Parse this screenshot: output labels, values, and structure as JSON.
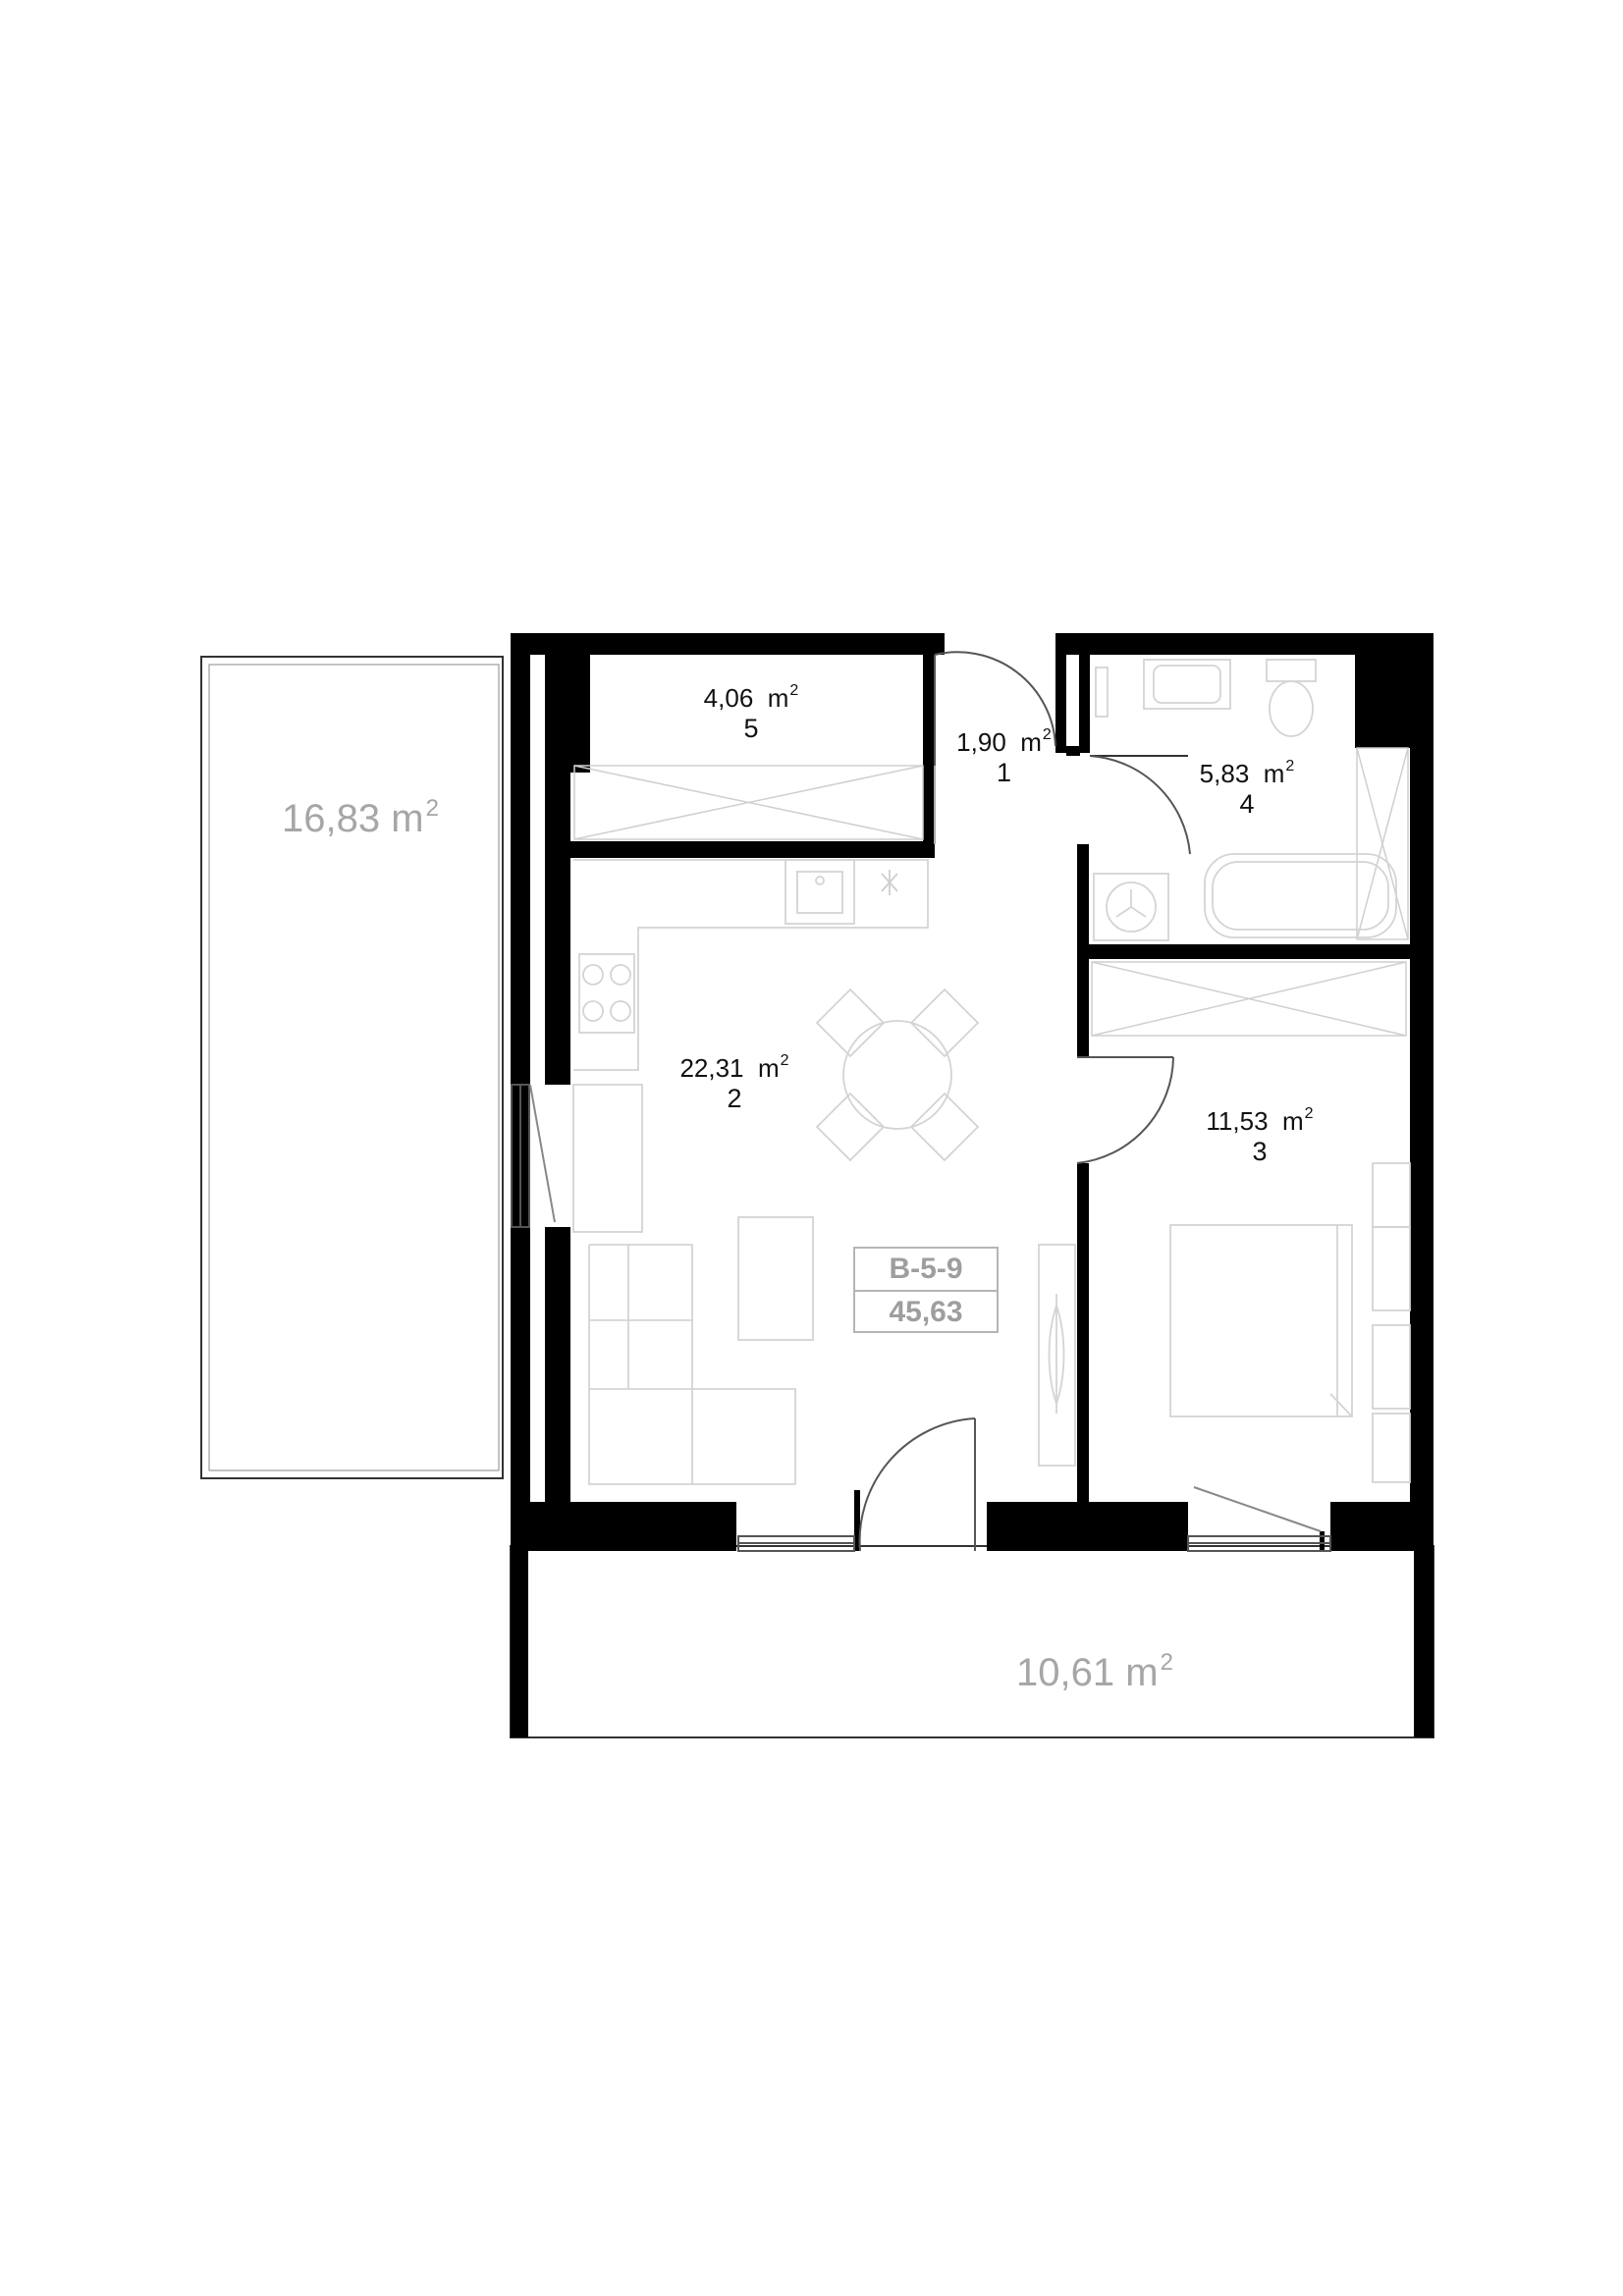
{
  "unit": {
    "code": "B-5-9",
    "total_area": "45,63"
  },
  "area_unit": "m",
  "area_unit_power": "2",
  "rooms": [
    {
      "number": "1",
      "area": "1,90"
    },
    {
      "number": "2",
      "area": "22,31"
    },
    {
      "number": "3",
      "area": "11,53"
    },
    {
      "number": "4",
      "area": "5,83"
    },
    {
      "number": "5",
      "area": "4,06"
    }
  ],
  "balconies": [
    {
      "area": "16,83"
    },
    {
      "area": "10,61"
    }
  ],
  "colors": {
    "wall": "#000000",
    "furniture": "#d4d4d4",
    "outline": "#555555",
    "label_gray": "#a6a6a6"
  }
}
